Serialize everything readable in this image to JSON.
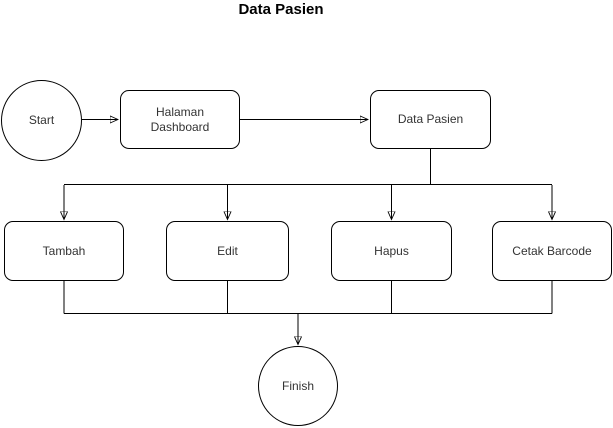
{
  "diagram": {
    "title": "Data Pasien",
    "nodes": {
      "start": {
        "label": "Start",
        "shape": "circle"
      },
      "halaman_dashboard": {
        "label": "Halaman Dashboard",
        "shape": "rounded-rect"
      },
      "data_pasien": {
        "label": "Data Pasien",
        "shape": "rounded-rect"
      },
      "tambah": {
        "label": "Tambah",
        "shape": "rounded-rect"
      },
      "edit": {
        "label": "Edit",
        "shape": "rounded-rect"
      },
      "hapus": {
        "label": "Hapus",
        "shape": "rounded-rect"
      },
      "cetak_barcode": {
        "label": "Cetak Barcode",
        "shape": "rounded-rect"
      },
      "finish": {
        "label": "Finish",
        "shape": "circle"
      }
    },
    "edges": [
      {
        "from": "start",
        "to": "halaman_dashboard"
      },
      {
        "from": "halaman_dashboard",
        "to": "data_pasien"
      },
      {
        "from": "data_pasien",
        "to": "tambah"
      },
      {
        "from": "data_pasien",
        "to": "edit"
      },
      {
        "from": "data_pasien",
        "to": "hapus"
      },
      {
        "from": "data_pasien",
        "to": "cetak_barcode"
      },
      {
        "from": "tambah",
        "to": "finish"
      },
      {
        "from": "edit",
        "to": "finish"
      },
      {
        "from": "hapus",
        "to": "finish"
      },
      {
        "from": "cetak_barcode",
        "to": "finish"
      }
    ],
    "colors": {
      "stroke": "#000000",
      "node_fill": "#ffffff",
      "label_text": "#333333",
      "background": "#ffffff"
    }
  }
}
